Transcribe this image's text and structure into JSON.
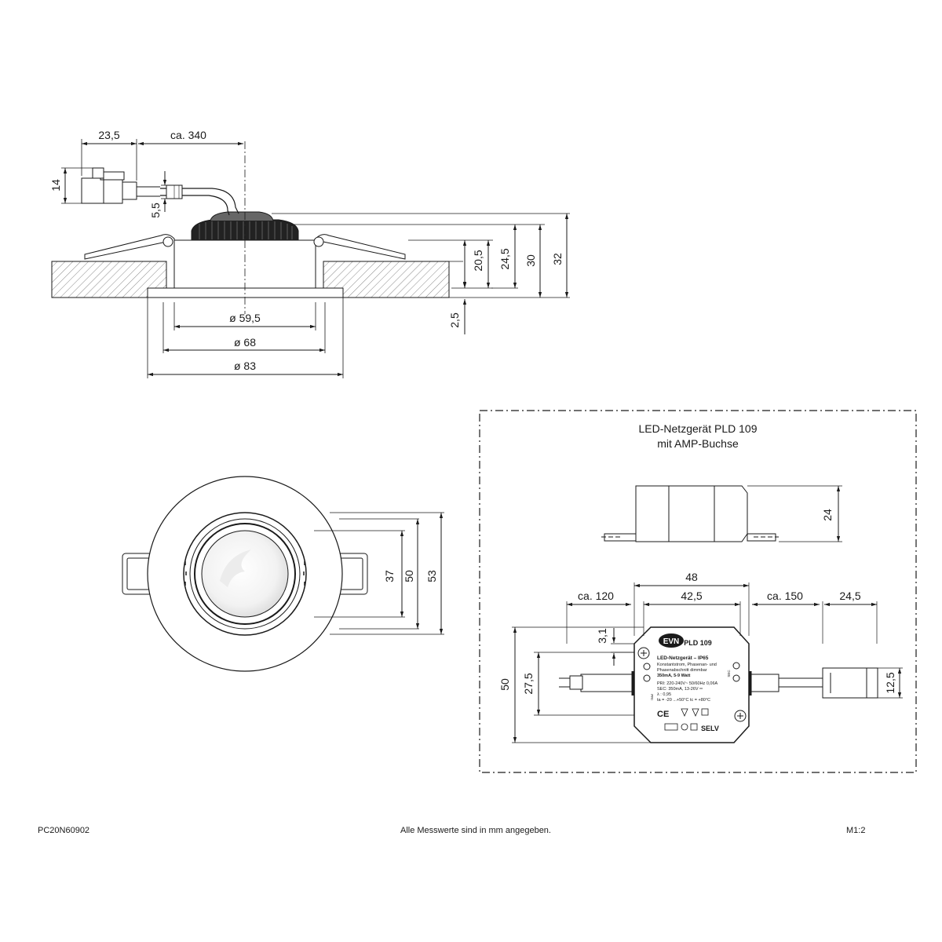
{
  "side_view": {
    "dims": {
      "cable_connector": "23,5",
      "cable_length": "ca. 340",
      "connector_height": "14",
      "cable_diameter": "5,5",
      "insulation_depth": "20,5",
      "height_24_5": "24,5",
      "height_30": "30",
      "height_32": "32",
      "flange": "2,5",
      "d_59_5": "ø 59,5",
      "d_68": "ø 68",
      "d_83": "ø 83"
    }
  },
  "top_view": {
    "dims": {
      "d37": "37",
      "d50": "50",
      "d53": "53"
    }
  },
  "power_supply": {
    "title_line1": "LED-Netzgerät PLD 109",
    "title_line2": "mit AMP-Buchse",
    "dims": {
      "height": "24",
      "width_48": "48",
      "width_42_5": "42,5",
      "cable_left": "ca. 120",
      "cable_right": "ca. 150",
      "connector_len": "24,5",
      "offset_3_1": "3,1",
      "height_50": "50",
      "height_27_5": "27,5",
      "connector_h": "12,5"
    },
    "label": {
      "brand": "EVN",
      "model": "PLD 109",
      "line1": "LED-Netzgerät  –  IP65",
      "line2": "Konstantstrom, Phasenan- und",
      "line3": "Phasenabschnitt dimmbar",
      "line4": "350mA, 5-9 Watt",
      "line5": "PRI: 220-240V~  50/60Hz 0,06A",
      "line6": "SEC: 350mA, 13-26V ═",
      "line7": "λ : 0,95",
      "line8": "ta = -20 ...+50°C  tc = +80°C",
      "ce": "CE",
      "selv": "SELV",
      "sec": "SEC",
      "pri": "PRI"
    }
  },
  "footer": {
    "code": "PC20N60902",
    "note": "Alle Messwerte sind in mm angegeben.",
    "scale": "M1:2"
  }
}
